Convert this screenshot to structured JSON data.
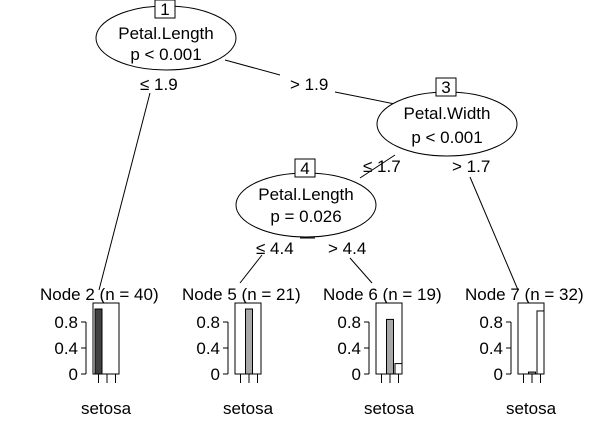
{
  "inner_nodes": [
    {
      "id": "1",
      "variable": "Petal.Length",
      "pvalue": "p < 0.001"
    },
    {
      "id": "3",
      "variable": "Petal.Width",
      "pvalue": "p < 0.001"
    },
    {
      "id": "4",
      "variable": "Petal.Length",
      "pvalue": "p = 0.026"
    }
  ],
  "edges": [
    {
      "label": "≤ 1.9"
    },
    {
      "label": "> 1.9"
    },
    {
      "label": "≤ 1.7"
    },
    {
      "label": "> 1.7"
    },
    {
      "label": "≤ 4.4"
    },
    {
      "label": "> 4.4"
    }
  ],
  "terminal_nodes": [
    {
      "title": "Node 2 (n = 40)",
      "class_label": "setosa",
      "proportions": [
        1.0,
        0.0,
        0.0
      ]
    },
    {
      "title": "Node 5 (n = 21)",
      "class_label": "setosa",
      "proportions": [
        0.0,
        1.0,
        0.0
      ]
    },
    {
      "title": "Node 6 (n = 19)",
      "class_label": "setosa",
      "proportions": [
        0.0,
        0.84,
        0.16
      ]
    },
    {
      "title": "Node 7 (n = 32)",
      "class_label": "setosa",
      "proportions": [
        0.0,
        0.03,
        0.97
      ]
    }
  ],
  "y_ticks": [
    "0.8",
    "0.4",
    "0"
  ],
  "colors": {
    "bar_setosa": "#404040",
    "bar_versicolor": "#a8a8a8",
    "bar_virginica": "#ffffff"
  }
}
